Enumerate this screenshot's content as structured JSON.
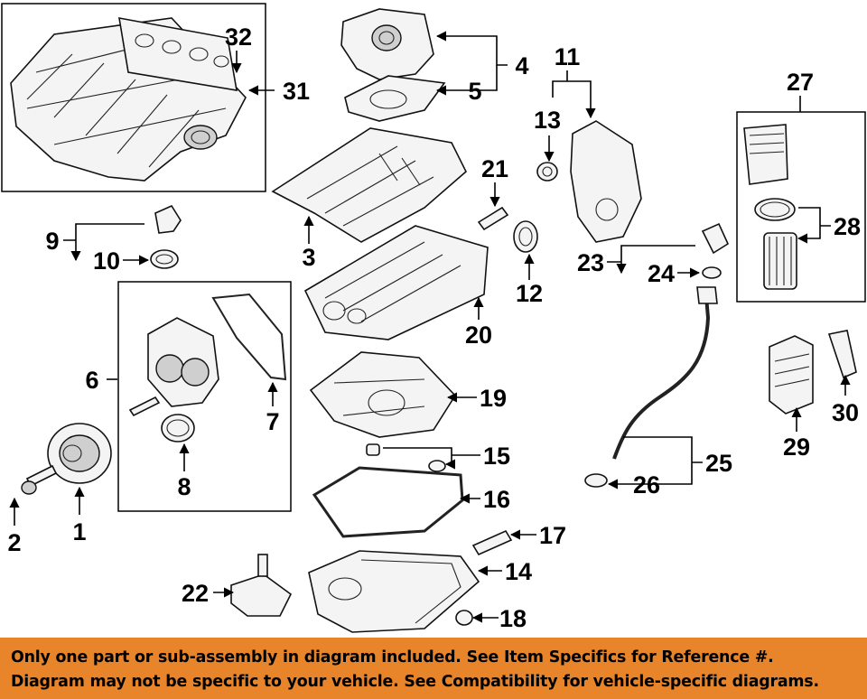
{
  "callouts": {
    "c1": "1",
    "c2": "2",
    "c3": "3",
    "c4": "4",
    "c5": "5",
    "c6": "6",
    "c7": "7",
    "c8": "8",
    "c9": "9",
    "c10": "10",
    "c11": "11",
    "c12": "12",
    "c13": "13",
    "c14": "14",
    "c15": "15",
    "c16": "16",
    "c17": "17",
    "c18": "18",
    "c19": "19",
    "c20": "20",
    "c21": "21",
    "c22": "22",
    "c23": "23",
    "c24": "24",
    "c25": "25",
    "c26": "26",
    "c27": "27",
    "c28": "28",
    "c29": "29",
    "c30": "30",
    "c31": "31",
    "c32": "32"
  },
  "footer": {
    "line1": "Only one part or sub-assembly in diagram included. See Item Specifics for Reference #.",
    "line2": "Diagram may not be specific to your vehicle. See Compatibility for vehicle-specific diagrams.",
    "color": "#e8852a"
  }
}
